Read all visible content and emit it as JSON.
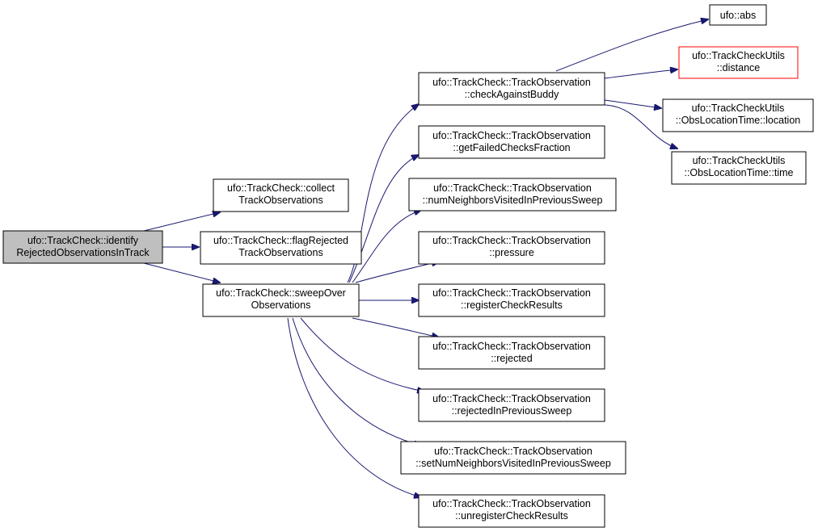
{
  "colors": {
    "edge": "#191970",
    "node_border": "#000000",
    "node_border_missing": "#ff0000",
    "root_fill": "#bfbfbf",
    "node_fill": "#ffffff"
  },
  "nodes": {
    "identify": {
      "line1": "ufo::TrackCheck::identify",
      "line2": "RejectedObservationsInTrack"
    },
    "collect": {
      "line1": "ufo::TrackCheck::collect",
      "line2": "TrackObservations"
    },
    "flag": {
      "line1": "ufo::TrackCheck::flagRejected",
      "line2": "TrackObservations"
    },
    "sweep": {
      "line1": "ufo::TrackCheck::sweepOver",
      "line2": "Observations"
    },
    "checkAgainstBuddy": {
      "line1": "ufo::TrackCheck::TrackObservation",
      "line2": "::checkAgainstBuddy"
    },
    "getFailedChecksFraction": {
      "line1": "ufo::TrackCheck::TrackObservation",
      "line2": "::getFailedChecksFraction"
    },
    "numNeighbors": {
      "line1": "ufo::TrackCheck::TrackObservation",
      "line2": "::numNeighborsVisitedInPreviousSweep"
    },
    "pressure": {
      "line1": "ufo::TrackCheck::TrackObservation",
      "line2": "::pressure"
    },
    "registerCheckResults": {
      "line1": "ufo::TrackCheck::TrackObservation",
      "line2": "::registerCheckResults"
    },
    "rejected": {
      "line1": "ufo::TrackCheck::TrackObservation",
      "line2": "::rejected"
    },
    "rejectedInPreviousSweep": {
      "line1": "ufo::TrackCheck::TrackObservation",
      "line2": "::rejectedInPreviousSweep"
    },
    "setNumNeighbors": {
      "line1": "ufo::TrackCheck::TrackObservation",
      "line2": "::setNumNeighborsVisitedInPreviousSweep"
    },
    "unregisterCheckResults": {
      "line1": "ufo::TrackCheck::TrackObservation",
      "line2": "::unregisterCheckResults"
    },
    "abs": {
      "line1": "ufo::abs"
    },
    "distance": {
      "line1": "ufo::TrackCheckUtils",
      "line2": "::distance"
    },
    "location": {
      "line1": "ufo::TrackCheckUtils",
      "line2": "::ObsLocationTime::location"
    },
    "time": {
      "line1": "ufo::TrackCheckUtils",
      "line2": "::ObsLocationTime::time"
    }
  },
  "edges": [
    [
      "identify",
      "collect"
    ],
    [
      "identify",
      "flag"
    ],
    [
      "identify",
      "sweep"
    ],
    [
      "sweep",
      "checkAgainstBuddy"
    ],
    [
      "sweep",
      "getFailedChecksFraction"
    ],
    [
      "sweep",
      "numNeighbors"
    ],
    [
      "sweep",
      "pressure"
    ],
    [
      "sweep",
      "registerCheckResults"
    ],
    [
      "sweep",
      "rejected"
    ],
    [
      "sweep",
      "rejectedInPreviousSweep"
    ],
    [
      "sweep",
      "setNumNeighbors"
    ],
    [
      "sweep",
      "unregisterCheckResults"
    ],
    [
      "checkAgainstBuddy",
      "abs"
    ],
    [
      "checkAgainstBuddy",
      "distance"
    ],
    [
      "checkAgainstBuddy",
      "location"
    ],
    [
      "checkAgainstBuddy",
      "time"
    ]
  ]
}
